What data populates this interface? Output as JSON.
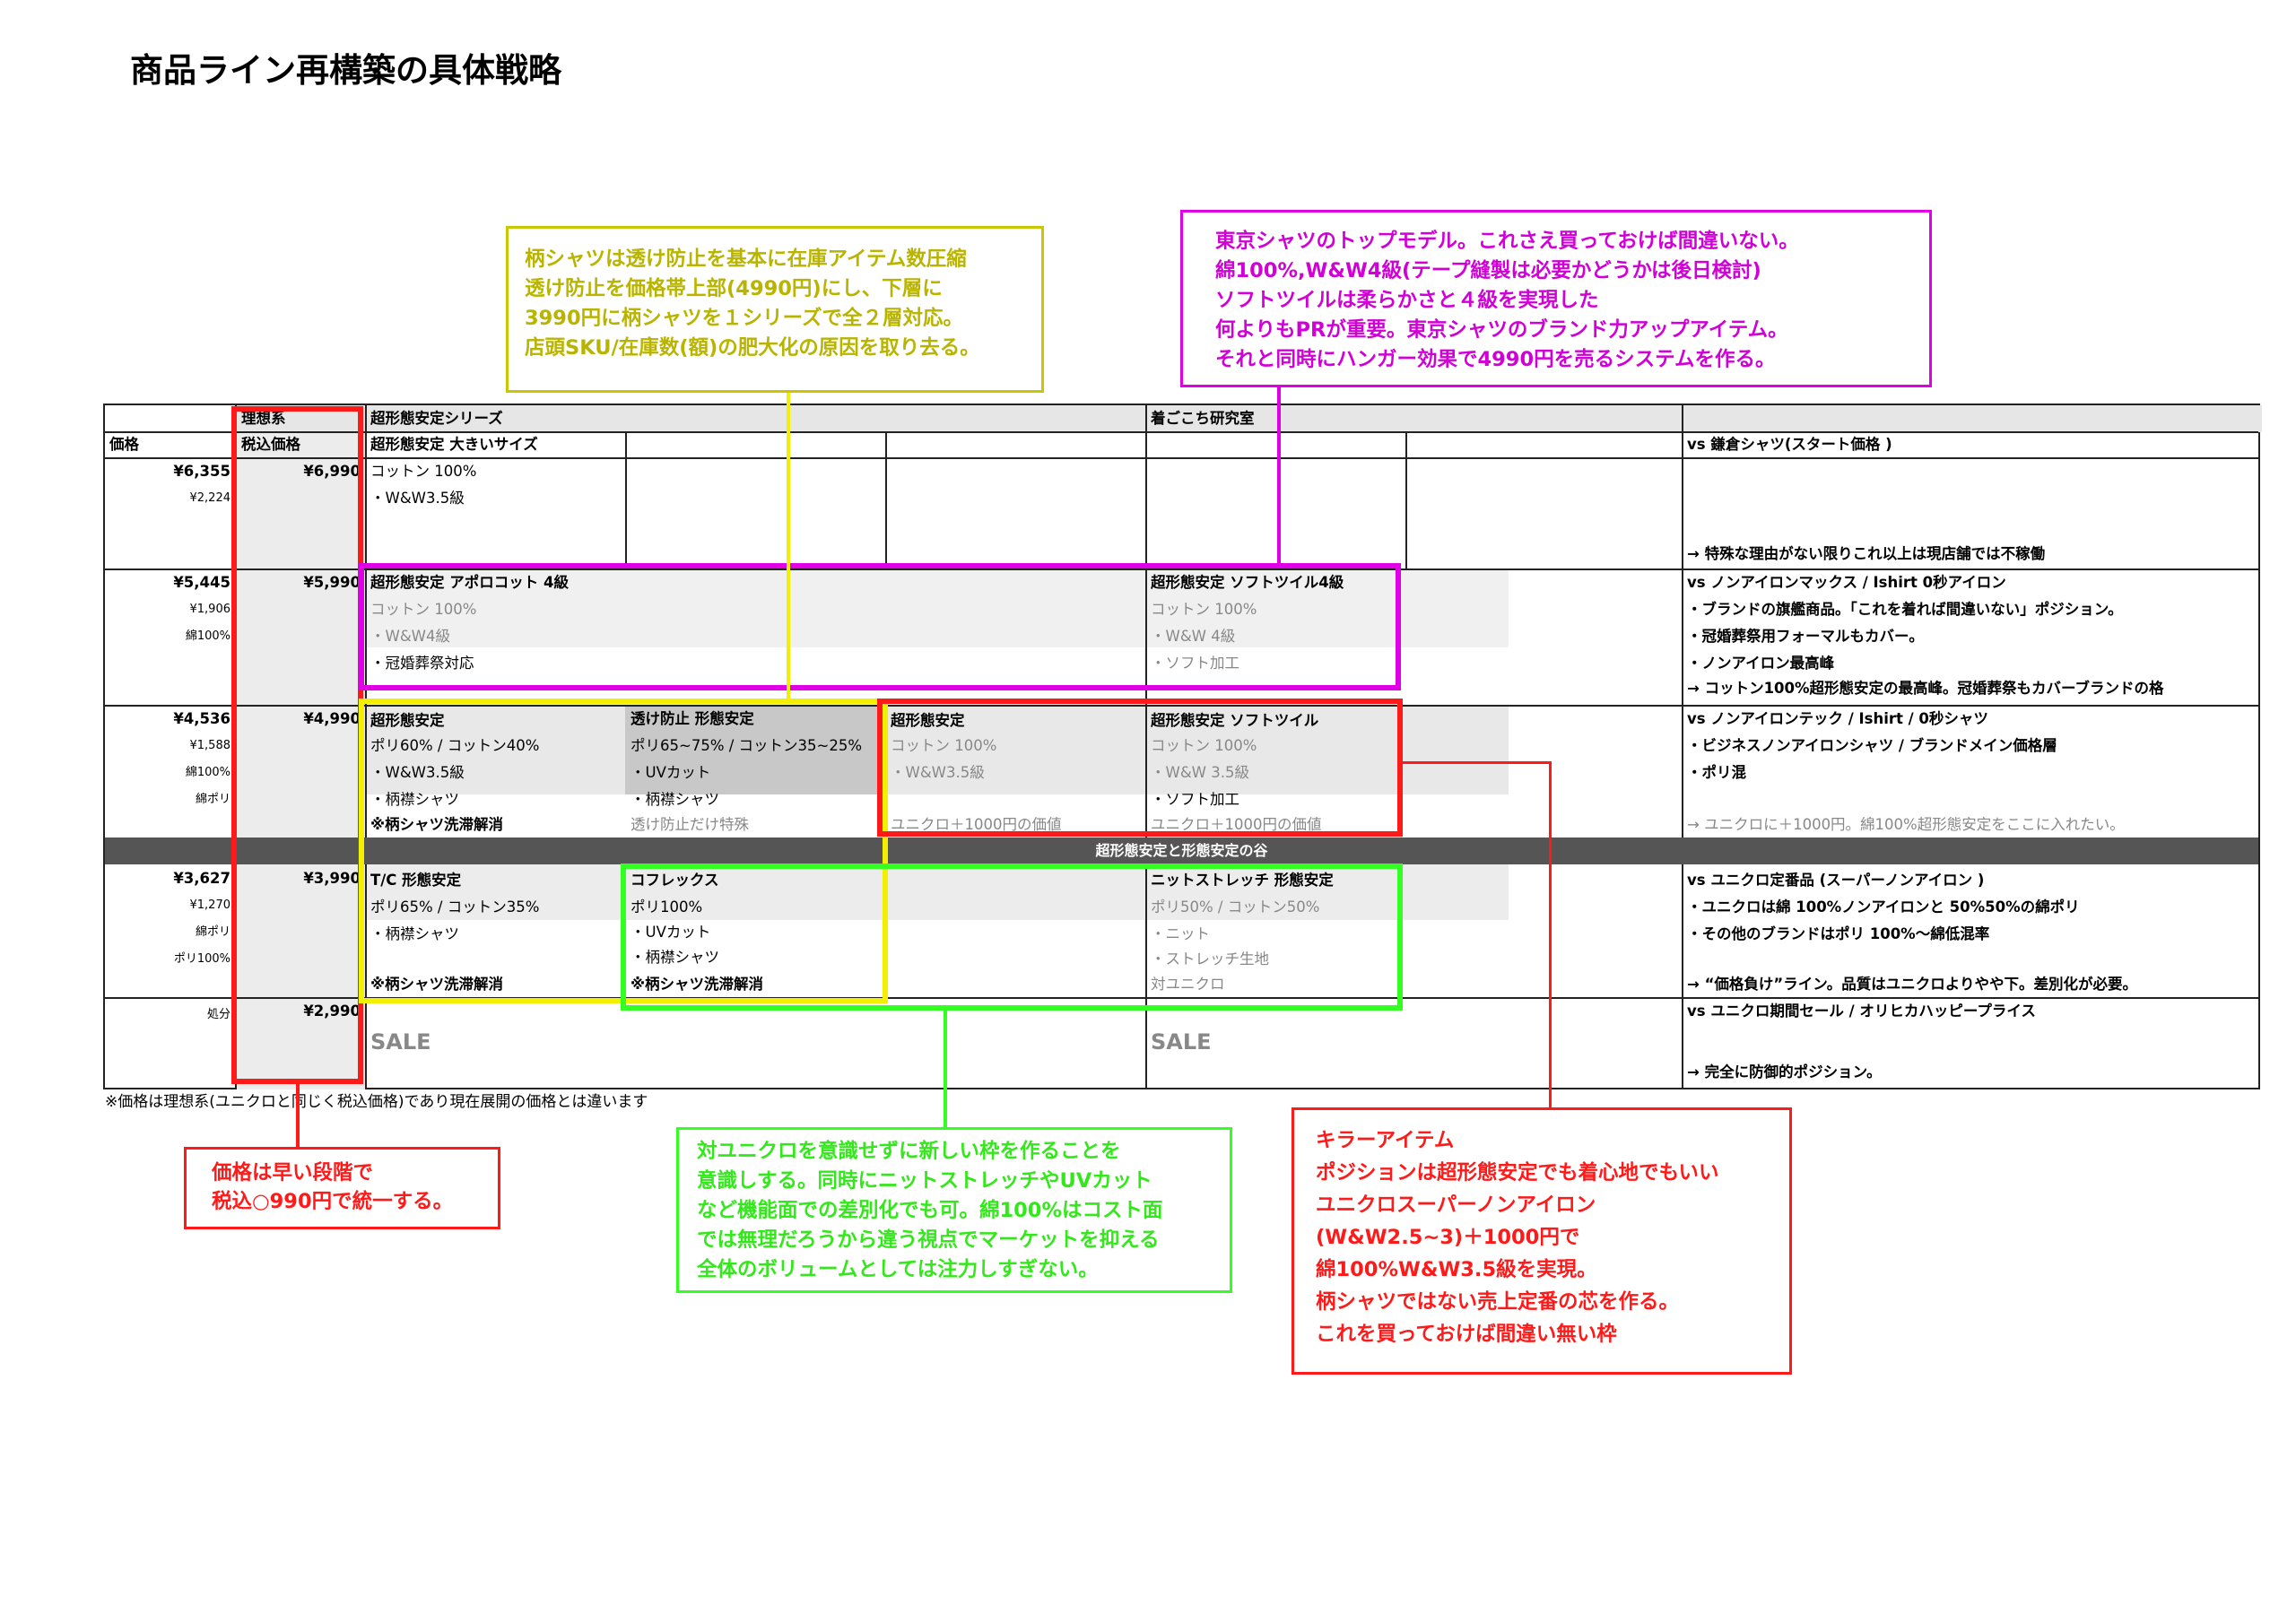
{
  "title": "商品ライン再構築の具体戦略",
  "colors": {
    "red": "#ff1a1a",
    "yellow": "#f2ef00",
    "magenta": "#e000e6",
    "green": "#33ff22",
    "olive": "#b8b400",
    "header_bg": "#e6e6e6",
    "shade": "#dcdcdc",
    "shade_dark": "#c8c8c8",
    "valley": "#555555"
  },
  "header": {
    "ideal": "理想系",
    "series1": "超形態安定シリーズ",
    "series2": "着ごこち研究室",
    "price": "価格",
    "tax_price": "税込価格",
    "big_size": "超形態安定  大きいサイズ",
    "vs_kamakura": "vs 鎌倉シャツ(スタート価格 )"
  },
  "rows": {
    "r1": {
      "price": "¥6,355",
      "sub1": "¥2,224",
      "tax": "¥6,990",
      "c1": "コットン 100%",
      "c2": "・W&W3.5級",
      "note": "→ 特殊な理由がない限りこれ以上は現店舗では不稼働"
    },
    "r2": {
      "price": "¥5,445",
      "sub1": "¥1,906",
      "sub2": "綿100%",
      "tax": "¥5,990",
      "a_title": "超形態安定  アポロコット 4級",
      "a1": "コットン 100%",
      "a2": "・W&W4級",
      "a3": "・冠婚葬祭対応",
      "b_title": "超形態安定  ソフトツイル4級",
      "b1": "コットン 100%",
      "b2": "・W&W 4級",
      "b3": "・ソフト加工",
      "vs": "vs ノンアイロンマックス  / Ishirt 0秒アイロン",
      "n1": "・ブランドの旗艦商品。「これを着れば間違いない」ポジション。",
      "n2": "・冠婚葬祭用フォーマルもカバー。",
      "n3": "・ノンアイロン最高峰",
      "n4": "→ コットン100%超形態安定の最高峰。冠婚葬祭もカバーブランドの格"
    },
    "r3": {
      "price": "¥4,536",
      "sub1": "¥1,588",
      "sub2": "綿100%",
      "sub3": "綿ポリ",
      "tax": "¥4,990",
      "a_title": "超形態安定",
      "a1": "ポリ60% / コットン40%",
      "a2": "・W&W3.5級",
      "a3": "・柄襟シャツ",
      "a4": "※柄シャツ洗滞解消",
      "b_title": "透け防止  形態安定",
      "b1": "ポリ65~75% / コットン35~25%",
      "b2": "・UVカット",
      "b3": "・柄襟シャツ",
      "b4": "透け防止だけ特殊",
      "c_title": "超形態安定",
      "c1": "コットン 100%",
      "c2": "・W&W3.5級",
      "c4": "ユニクロ＋1000円の価値",
      "d_title": "超形態安定  ソフトツイル",
      "d1": "コットン 100%",
      "d2": "・W&W 3.5級",
      "d3": "・ソフト加工",
      "d4": "ユニクロ＋1000円の価値",
      "vs": "vs ノンアイロンテック  / Ishirt / 0秒シャツ",
      "n1": "・ビジネスノンアイロンシャツ  / ブランドメイン価格層",
      "n2": "・ポリ混",
      "n4": "→ ユニクロに＋1000円。綿100%超形態安定をここに入れたい。"
    },
    "valley": "超形態安定と形態安定の谷",
    "r4": {
      "price": "¥3,627",
      "sub1": "¥1,270",
      "sub2": "綿ポリ",
      "sub3": "ポリ100%",
      "tax": "¥3,990",
      "a_title": "T/C 形態安定",
      "a1": "ポリ65% / コットン35%",
      "a2": "・柄襟シャツ",
      "a4": "※柄シャツ洗滞解消",
      "b_title": "コフレックス",
      "b1": "ポリ100%",
      "b2": "・UVカット",
      "b3": "・柄襟シャツ",
      "b4": "※柄シャツ洗滞解消",
      "d_title": "ニットストレッチ  形態安定",
      "d1": "ポリ50% / コットン50%",
      "d2": "・ニット",
      "d3": "・ストレッチ生地",
      "d4": "対ユニクロ",
      "vs": "vs ユニクロ定番品 (スーパーノンアイロン )",
      "n1": "・ユニクロは綿 100%ノンアイロンと 50%50%の綿ポリ",
      "n2": "・その他のブランドはポリ 100%〜綿低混率",
      "n4": "→ “価格負け”ライン。品質はユニクロよりやや下。差別化が必要。"
    },
    "r5": {
      "sub1": "処分",
      "tax": "¥2,990",
      "sale1": "SALE",
      "sale2": "SALE",
      "vs": "vs ユニクロ期間セール  / オリヒカハッピープライス",
      "n4": "→ 完全に防御的ポジション。"
    }
  },
  "footnote": "※価格は理想系(ユニクロと同じく税込価格)であり現在展開の価格とは違います",
  "notes": {
    "olive": [
      "柄シャツは透け防止を基本に在庫アイテム数圧縮",
      "透け防止を価格帯上部(4990円)にし、下層に",
      "3990円に柄シャツを１シリーズで全２層対応。",
      "店頭SKU/在庫数(額)の肥大化の原因を取り去る。"
    ],
    "magenta": [
      "東京シャツのトップモデル。これさえ買っておけば間違いない。",
      "綿100%,W&W4級(テープ縫製は必要かどうかは後日検討)",
      "ソフトツイルは柔らかさと４級を実現した",
      "何よりもPRが重要。東京シャツのブランド力アップアイテム。",
      "それと同時にハンガー効果で4990円を売るシステムを作る。"
    ],
    "red_left": [
      "価格は早い段階で",
      "税込○990円で統一する。"
    ],
    "green": [
      "対ユニクロを意識せずに新しい枠を作ることを",
      "意識しする。同時にニットストレッチやUVカット",
      "など機能面での差別化でも可。綿100%はコスト面",
      "では無理だろうから違う視点でマーケットを抑える",
      "全体のボリュームとしては注力しすぎない。"
    ],
    "red_right": [
      "キラーアイテム",
      "ポジションは超形態安定でも着心地でもいい",
      "ユニクロスーパーノンアイロン",
      "(W&W2.5~3)＋1000円で",
      "綿100%W&W3.5級を実現。",
      "柄シャツではない売上定番の芯を作る。",
      "これを買っておけば間違い無い枠"
    ]
  }
}
